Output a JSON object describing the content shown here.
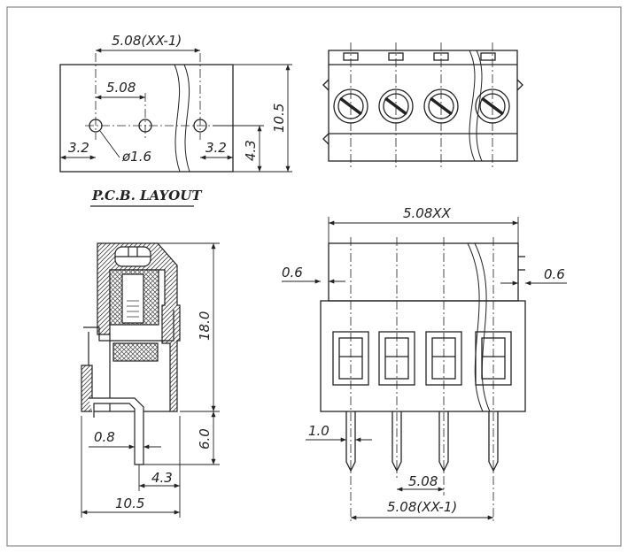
{
  "pcb_layout": {
    "title": "P.C.B. LAYOUT",
    "dim_total_pitch": "5.08(XX-1)",
    "dim_pitch": "5.08",
    "dim_left_edge": "3.2",
    "dim_right_edge": "3.2",
    "dim_hole_diameter": "ø1.6",
    "dim_height": "10.5",
    "dim_hole_row": "4.3"
  },
  "side_view": {
    "dim_body_height": "18.0",
    "dim_pin_length": "6.0",
    "dim_pin_thickness": "0.8",
    "dim_pin_offset": "4.3",
    "dim_width": "10.5"
  },
  "front_view": {
    "dim_total_width": "5.08XX",
    "dim_left_clearance": "0.6",
    "dim_right_clearance": "0.6",
    "dim_pin_width": "1.0",
    "dim_pitch": "5.08",
    "dim_pin_span": "5.08(XX-1)"
  }
}
